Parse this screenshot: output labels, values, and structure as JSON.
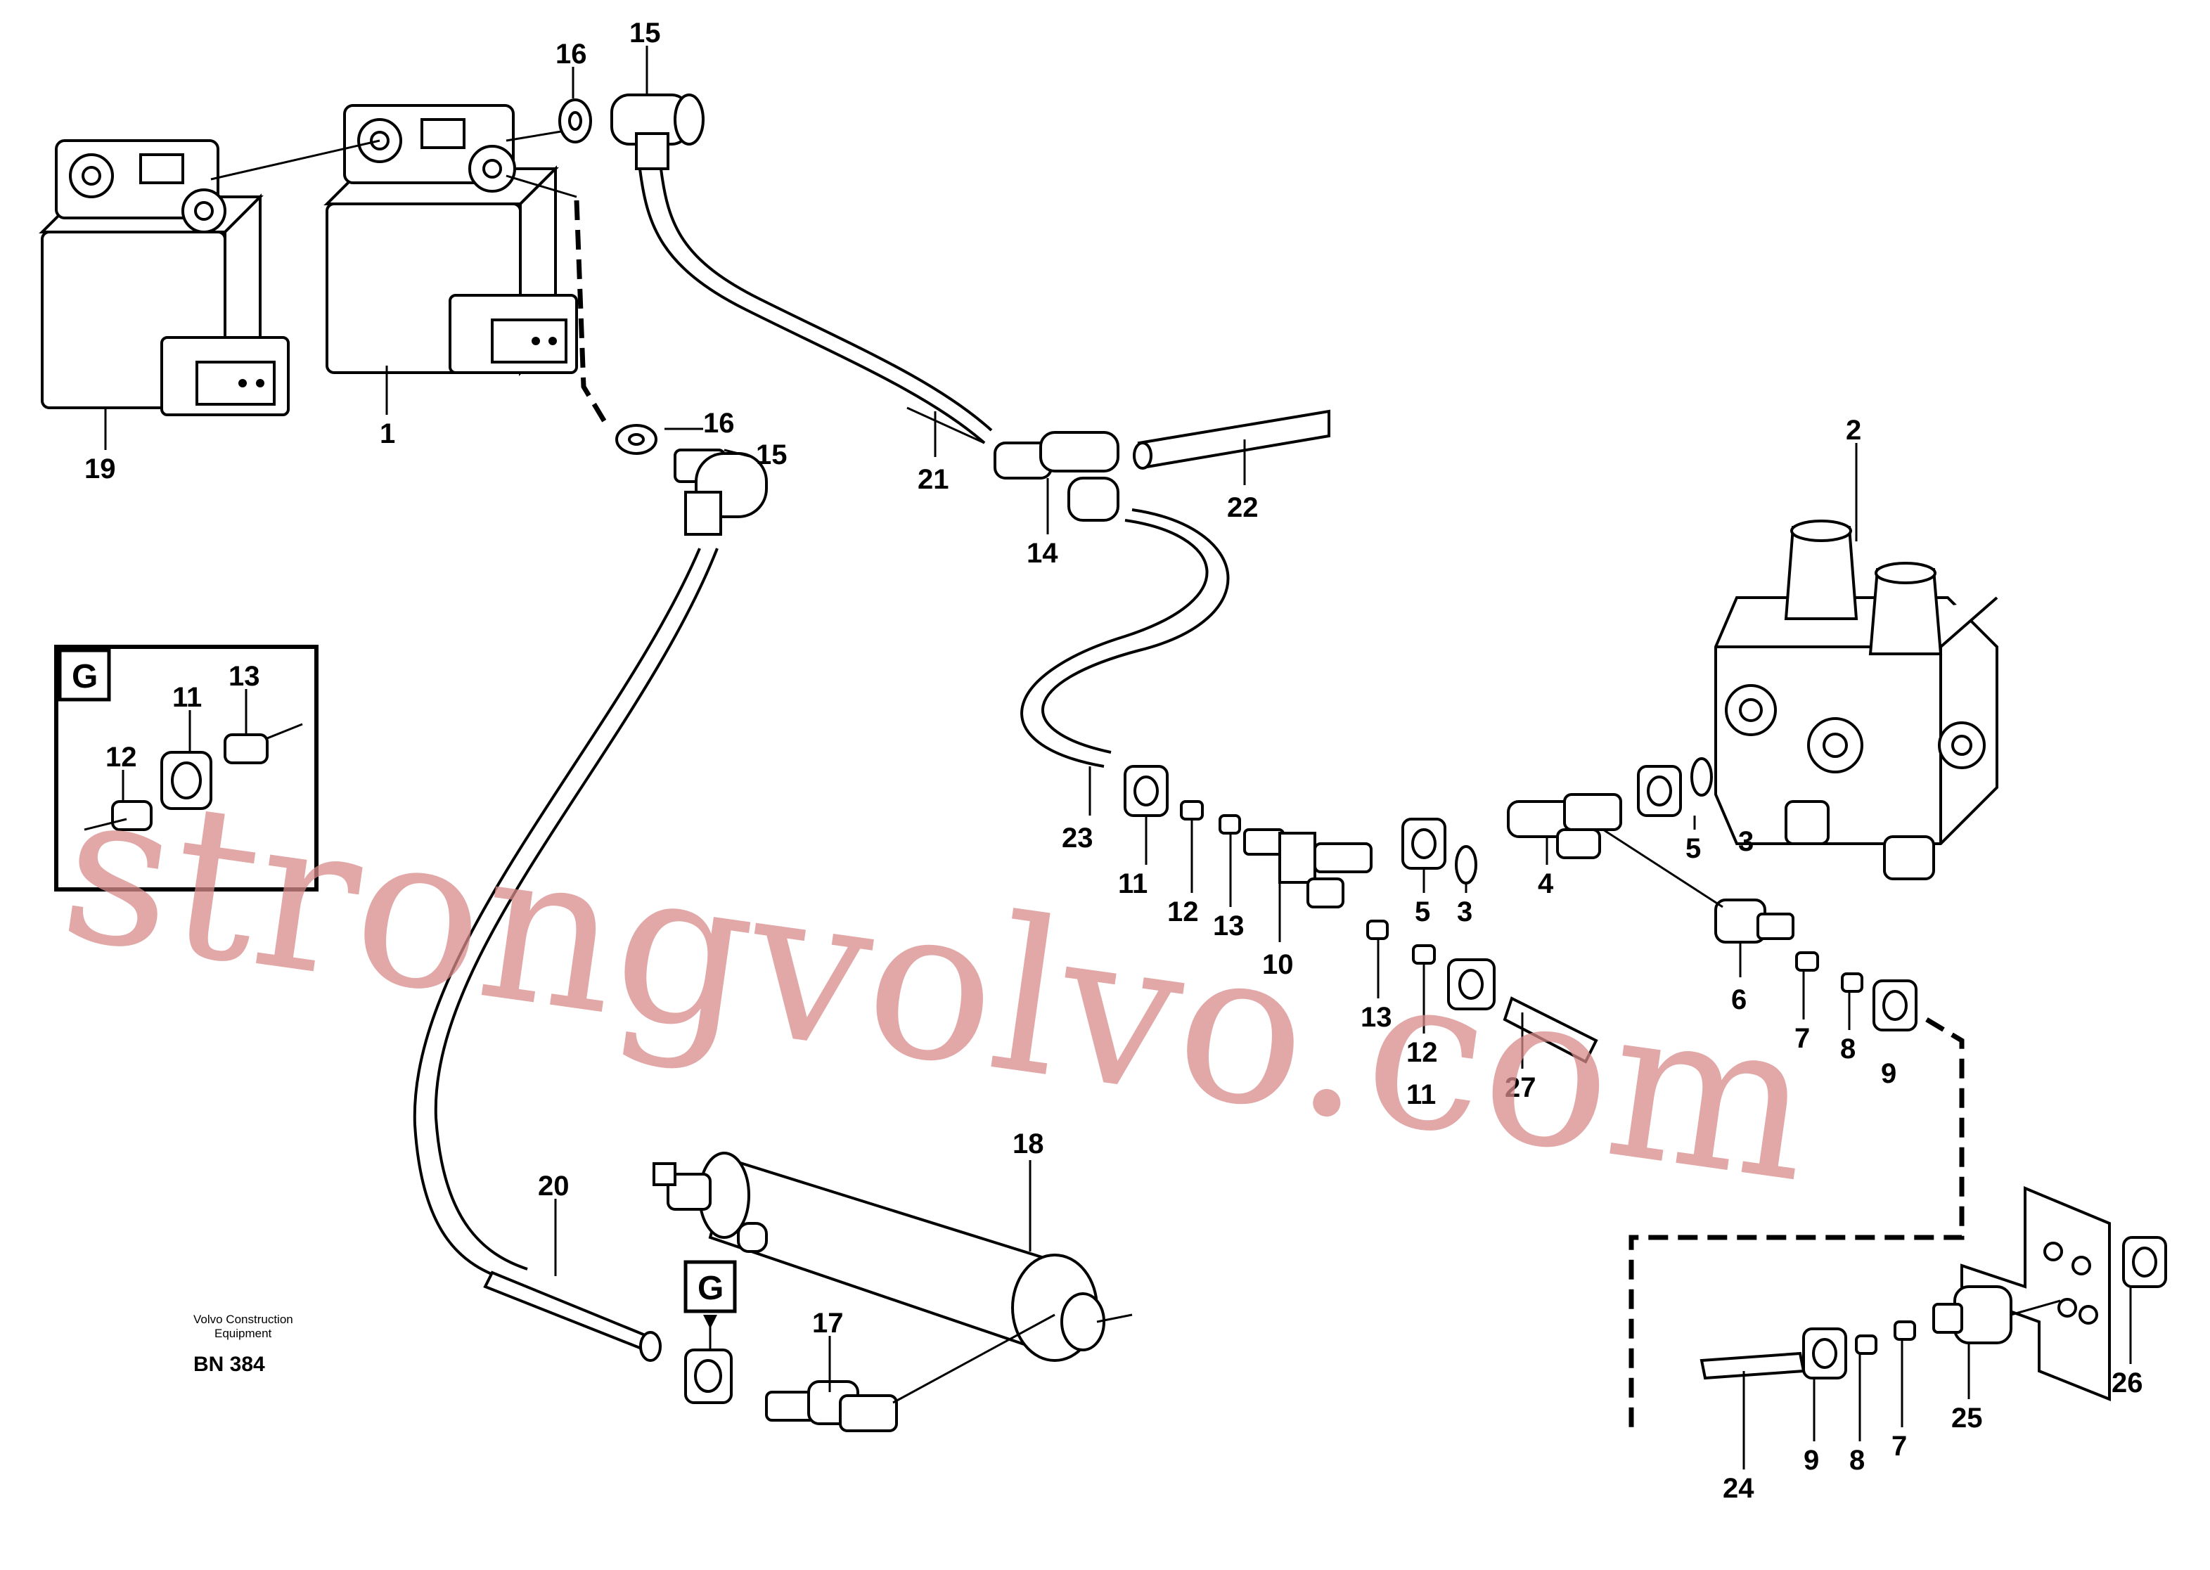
{
  "labels": {
    "l1": "1",
    "l2": "2",
    "l3a": "3",
    "l3b": "3",
    "l4": "4",
    "l5a": "5",
    "l5b": "5",
    "l6": "6",
    "l7a": "7",
    "l7b": "7",
    "l8a": "8",
    "l8b": "8",
    "l9a": "9",
    "l9b": "9",
    "l10": "10",
    "l11a": "11",
    "l11b": "11",
    "l11c": "11",
    "l12a": "12",
    "l12b": "12",
    "l12c": "12",
    "l13a": "13",
    "l13b": "13",
    "l13c": "13",
    "l14": "14",
    "l15a": "15",
    "l15b": "15",
    "l16a": "16",
    "l16b": "16",
    "l17": "17",
    "l18": "18",
    "l19": "19",
    "l20": "20",
    "l21": "21",
    "l22": "22",
    "l23": "23",
    "l24": "24",
    "l25": "25",
    "l26": "26",
    "l27": "27"
  },
  "inset_ref": "G",
  "footer": {
    "company_line1": "Volvo Construction",
    "company_line2": "Equipment",
    "doc_code": "BN 384"
  },
  "watermark": "strongvolvo.com"
}
